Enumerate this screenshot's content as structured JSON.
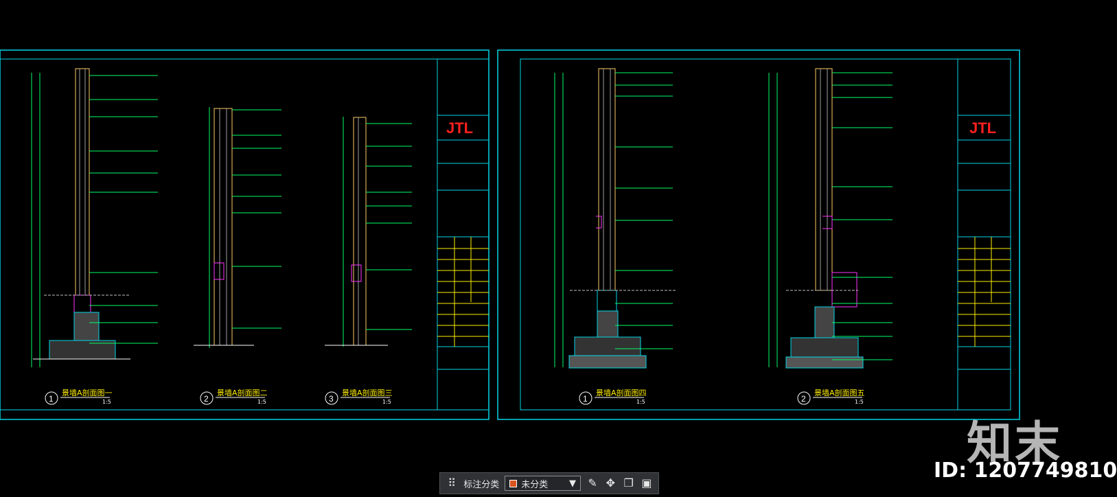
{
  "toolbar": {
    "category_label": "标注分类",
    "selected_category": "未分类",
    "swatch_color": "#d9531e",
    "icons": [
      "grid-icon",
      "edit-icon",
      "move-icon",
      "copy-icon",
      "paste-icon"
    ]
  },
  "watermark": {
    "brand": "知末",
    "id_text": "ID: 1207749810"
  },
  "drawing": {
    "left_sheet": {
      "logo": "JTL",
      "captions": [
        "景墙A剖面图一",
        "景墙A剖面图二",
        "景墙A剖面图三"
      ],
      "numbers": [
        "1",
        "2",
        "3"
      ],
      "scale": "1:5"
    },
    "right_sheet": {
      "logo": "JTL",
      "captions": [
        "景墙A剖面图四",
        "景墙A剖面图五"
      ],
      "numbers": [
        "1",
        "2"
      ],
      "scale": "1:5"
    }
  }
}
